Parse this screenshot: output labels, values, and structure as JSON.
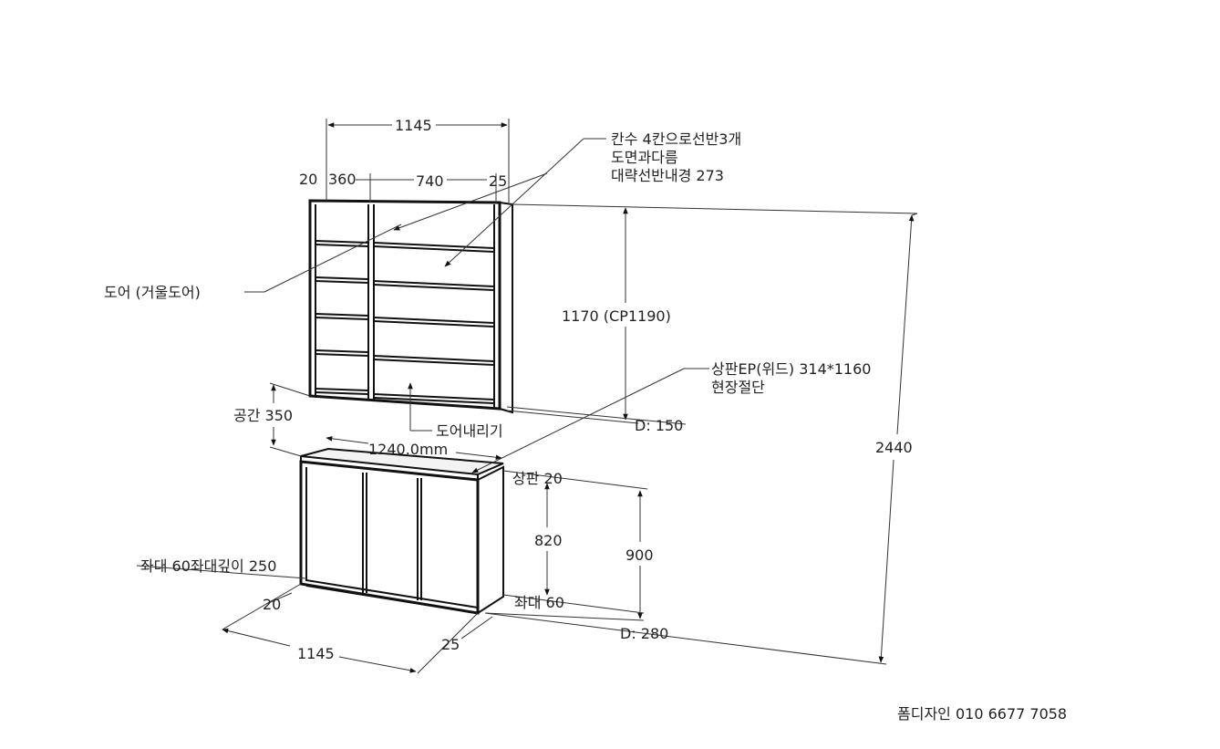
{
  "labels": {
    "top_width": "1145",
    "dim_20_left": "20",
    "dim_360": "360",
    "dim_740": "740",
    "dim_25_right": "25",
    "note_line1": "칸수 4칸으로선반3개",
    "note_line2": "도면과다름",
    "note_line3": "대략선반내경 273",
    "door_mirror": "도어 (거울도어)",
    "upper_height": "1170 (CP1190)",
    "top_panel_line1": "상판EP(위드) 314*1160",
    "top_panel_line2": "현장절단",
    "gap": "공간 350",
    "door_lower": "도어내리기",
    "depth_upper": "D: 150",
    "lower_width_mm": "1240.0mm",
    "top_thickness": "상판 20",
    "dim_820": "820",
    "dim_900": "900",
    "base_left": "좌대 60좌대깊이 250",
    "base_right": "좌대 60",
    "bottom_20": "20",
    "bottom_1145": "1145",
    "bottom_25": "25",
    "depth_lower": "D: 280",
    "total_height": "2440",
    "company": "폼디자인 010 6677 7058"
  }
}
